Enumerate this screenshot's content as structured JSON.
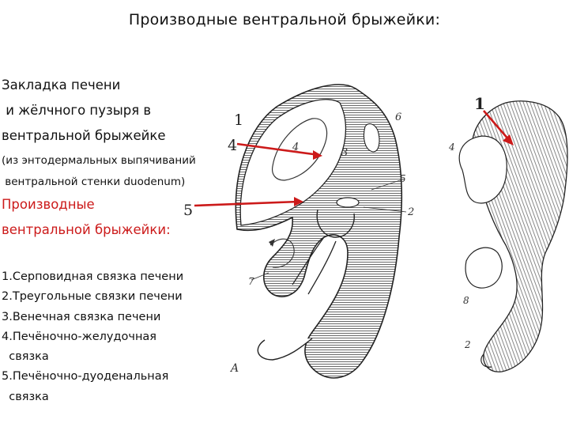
{
  "title": "Производные вентральной брыжейки:",
  "intro": {
    "line1": "Закладка печени",
    "line2": " и жёлчного пузыря в",
    "line3": "вентральной брыжейке",
    "note1": "(из энтодермальных выпячиваний",
    "note2": " вентральной стенки duodenum)"
  },
  "heading": {
    "line1": "Производные",
    "line2": "вентральной брыжейки:"
  },
  "list": [
    "1.Серповидная связка печени",
    "2.Треугольные связки печени",
    "3.Венечная связка печени",
    "4.Печёночно-желудочная",
    "  связка",
    "5.Печёночно-дуоденальная",
    "  связка"
  ],
  "callouts": {
    "c1": "1",
    "c4": "4",
    "c5": "5",
    "cr": "1"
  },
  "figure_labels": {
    "a3": "3",
    "a4": "4",
    "a5": "5",
    "a6": "6",
    "a2": "2",
    "a7": "7",
    "aA": "A",
    "b4": "4",
    "b8": "8",
    "b2": "2"
  },
  "colors": {
    "accent": "#cc1a1a",
    "ink": "#222222"
  }
}
